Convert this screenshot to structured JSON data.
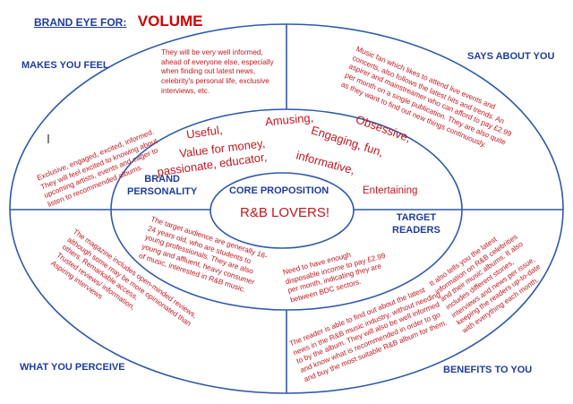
{
  "header": {
    "label": "BRAND EYE FOR:",
    "brand": "VOLUME"
  },
  "quadrants": {
    "makes_you_feel": "MAKES YOU FEEL",
    "says_about_you": "SAYS ABOUT YOU",
    "what_you_perceive": "WHAT YOU PERCEIVE",
    "benefits_to_you": "BENEFITS TO YOU"
  },
  "inner_labels": {
    "brand_personality": "BRAND\nPERSONALITY",
    "target_readers": "TARGET\nREADERS",
    "core_proposition": "CORE PROPOSITION",
    "core_value": "R&B LOVERS!"
  },
  "personality_words": {
    "useful": "Useful,",
    "amusing": "Amusing,",
    "obsessive": "Obsessive,",
    "value_for_money": "Value for money,",
    "engaging": "Engaging, fun,",
    "passionate": "passionate, educator,",
    "informative": "informative,",
    "entertaining": "Entertaining"
  },
  "texts": {
    "makes_feel_1": "Exclusive, engaged, excited, informed.\nThey will feel excited to knowing about\nupcoming artists, events and eager to\nlisten to recommended albums.",
    "makes_feel_2": "They will be very well informed,\nahead of everyone else, especially\nwhen finding out latest news,\ncelebrity's personal life, exclusive\ninterviews, etc.",
    "says_about": "Music fan which likes to attend live events and\nconcerts, also follows the latest hits and trends. An\naspirer and mainstreamer who can afford to pay £2.99\nper month on a single publication. They are also quite\nas they want to find out new things continuously.",
    "perceive_top": "The target audience are generally 16-\n24 years old, who are students to\nyoung professionals. They are also\nyoung and affluent, heavy consumer\nof music, interested in R&B music.",
    "perceive_bottom": "The magazine includes open-minded reviews,\nalthough some may be more opinionated than\nothers. Remarkable access,\nTrusted reviews/ information,\nAspiring interviews",
    "target_income": "Need to have enough\ndisposable income to pay £2.99\nper month, indicating they are\nbetween BDC sectors.",
    "benefits_right": "It also tells you the latest\ninformation on R&B celebrities\nand their music albums. It also\nincludes different stories,\ninterviews and news per issue,\nkeeping the readers up-to-date\nwith everything each month.",
    "benefits_bottom": "The reader is able to find out about the latest\nnews in the R&B music industry, without needing\nto by the album. They will also be well informed\nand know what is recommended in order to go\nand buy the most suitable R&B album for them."
  },
  "colors": {
    "blue": "#1f3d99",
    "red": "#c0171f",
    "line": "#2e5aa8"
  }
}
